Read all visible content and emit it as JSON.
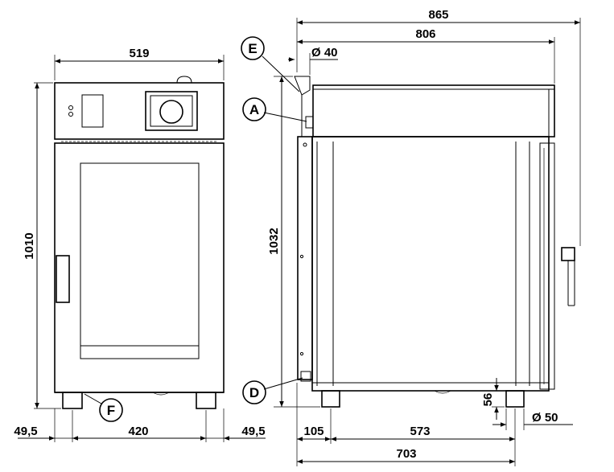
{
  "dimensions": {
    "front_width": "519",
    "front_height": "1010",
    "left_margin": "49,5",
    "leg_span": "420",
    "right_margin": "49,5",
    "total_depth": "865",
    "body_depth": "806",
    "pipe_diameter": "Ø 40",
    "side_height": "1032",
    "leg_height": "56",
    "leg_diameter": "Ø 50",
    "front_offset": "105",
    "leg_distance": "573",
    "side_depth_bottom": "703"
  },
  "callouts": {
    "a": "A",
    "d": "D",
    "e": "E",
    "f": "F"
  }
}
